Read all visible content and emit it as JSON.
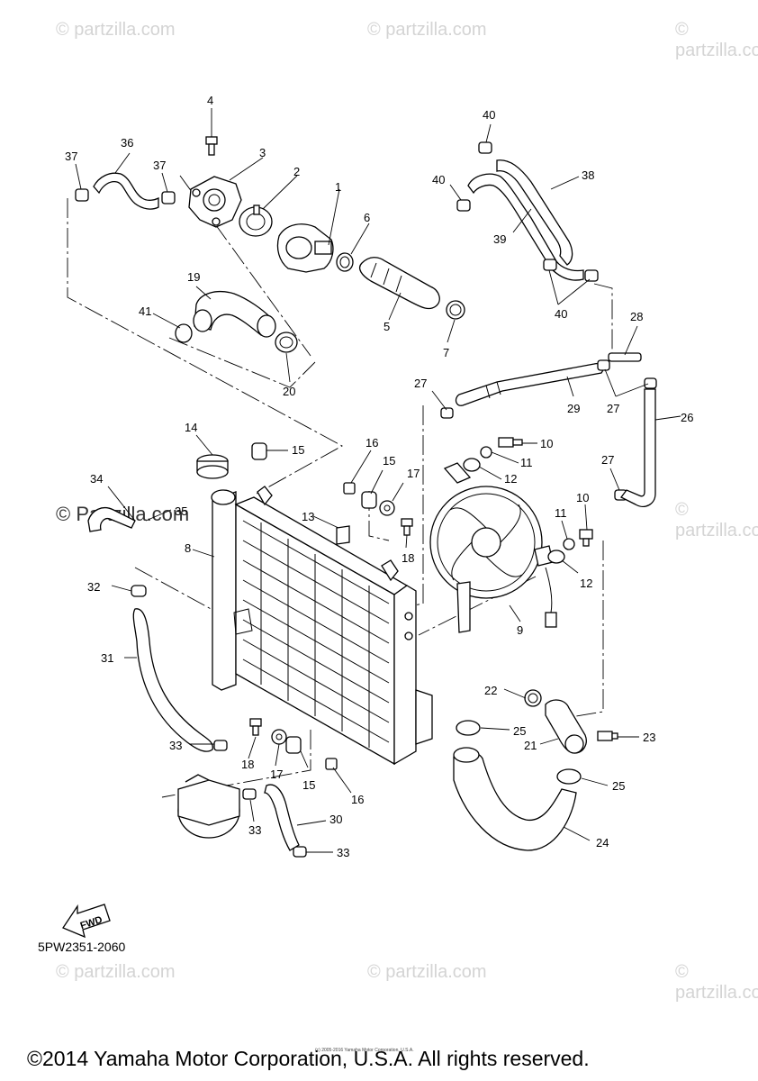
{
  "watermark": {
    "text": "© Partzilla.com",
    "text_lower": "© partzilla.com"
  },
  "diagram_code": "5PW2351-2060",
  "fwd_label": "FWD",
  "small_copyright": "(c) 2005-2016 Yamaha Motor Corporation, U.S.A.",
  "copyright": "©2014 Yamaha Motor Corporation, U.S.A. All rights reserved.",
  "callouts": {
    "c1": "1",
    "c2": "2",
    "c3": "3",
    "c4": "4",
    "c5": "5",
    "c6": "6",
    "c7": "7",
    "c8": "8",
    "c9": "9",
    "c10a": "10",
    "c10b": "10",
    "c11a": "11",
    "c11b": "11",
    "c12a": "12",
    "c12b": "12",
    "c13": "13",
    "c14": "14",
    "c15a": "15",
    "c15b": "15",
    "c15c": "15",
    "c16a": "16",
    "c16b": "16",
    "c17a": "17",
    "c17b": "17",
    "c18a": "18",
    "c18b": "18",
    "c19": "19",
    "c20": "20",
    "c21": "21",
    "c22": "22",
    "c23": "23",
    "c24": "24",
    "c25a": "25",
    "c25b": "25",
    "c26": "26",
    "c27a": "27",
    "c27b": "27",
    "c27c": "27",
    "c28": "28",
    "c29": "29",
    "c30": "30",
    "c31": "31",
    "c32": "32",
    "c33a": "33",
    "c33b": "33",
    "c33c": "33",
    "c34": "34",
    "c35": "35",
    "c36": "36",
    "c37a": "37",
    "c37b": "37",
    "c38": "38",
    "c39": "39",
    "c40a": "40",
    "c40b": "40",
    "c40c": "40",
    "c41": "41"
  }
}
